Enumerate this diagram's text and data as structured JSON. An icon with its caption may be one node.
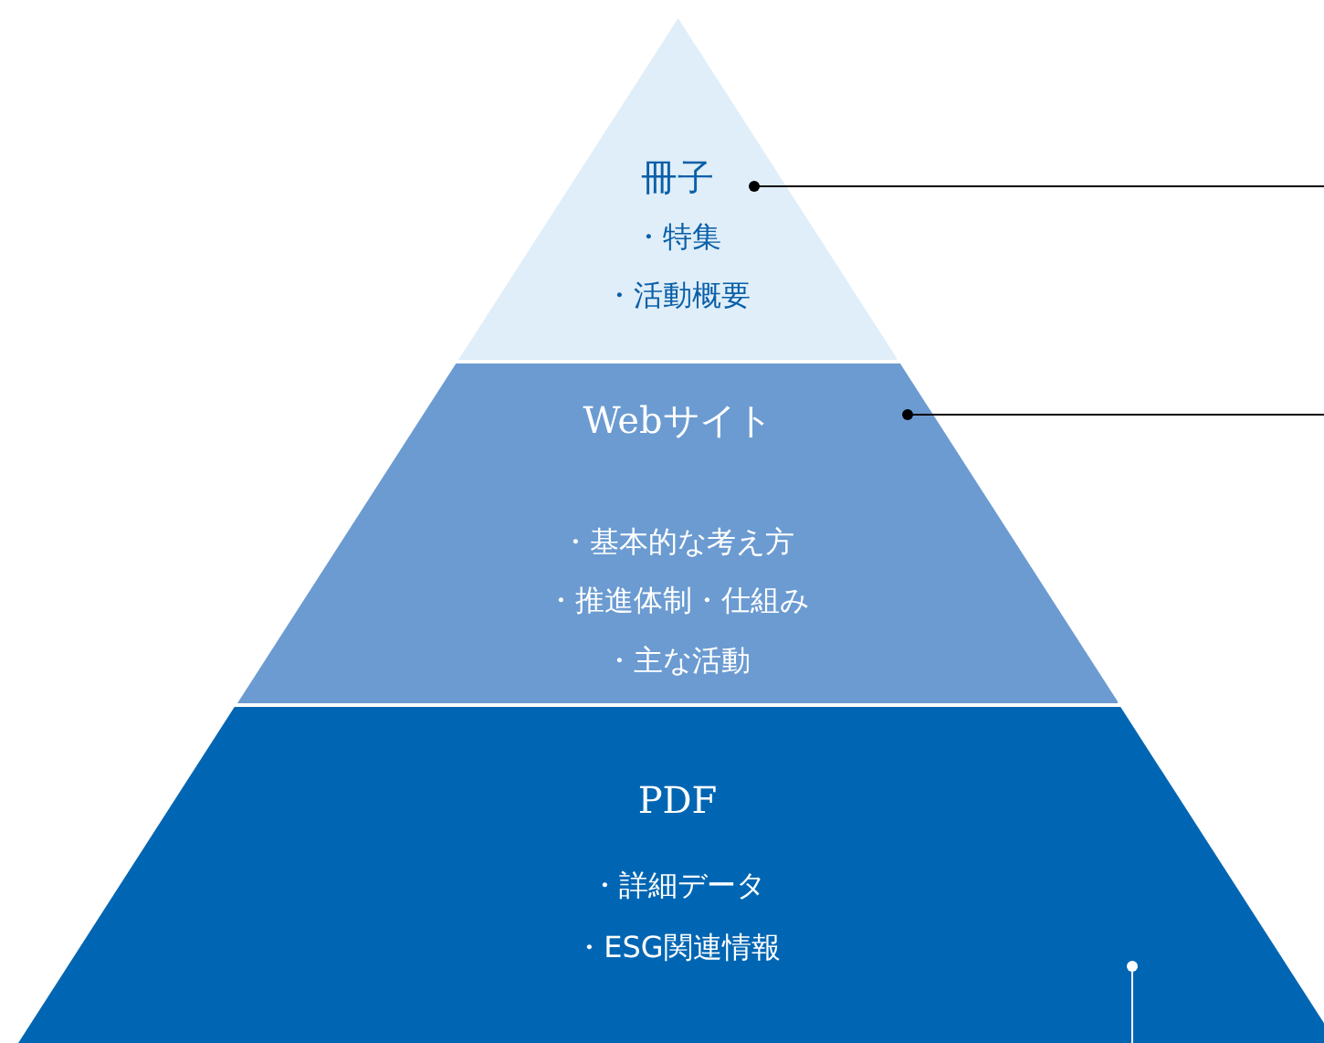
{
  "diagram": {
    "nodes": [
      {
        "text": [
          "冊子",
          "・特集",
          "・活動概要"
        ]
      },
      {
        "text": [
          "Webサイト",
          "・基本的な考え方",
          "・推進体制・仕組み",
          "・主な活動"
        ]
      },
      {
        "text": [
          "PDF",
          "・詳細データ",
          "・ESG関連情報"
        ]
      }
    ],
    "edges": [
      {
        "from": 0,
        "to": null,
        "arrow": "other"
      },
      {
        "from": 1,
        "to": null,
        "arrow": "other"
      },
      {
        "from": 2,
        "to": null,
        "arrow": "other",
        "color": "#ffffff"
      }
    ]
  }
}
